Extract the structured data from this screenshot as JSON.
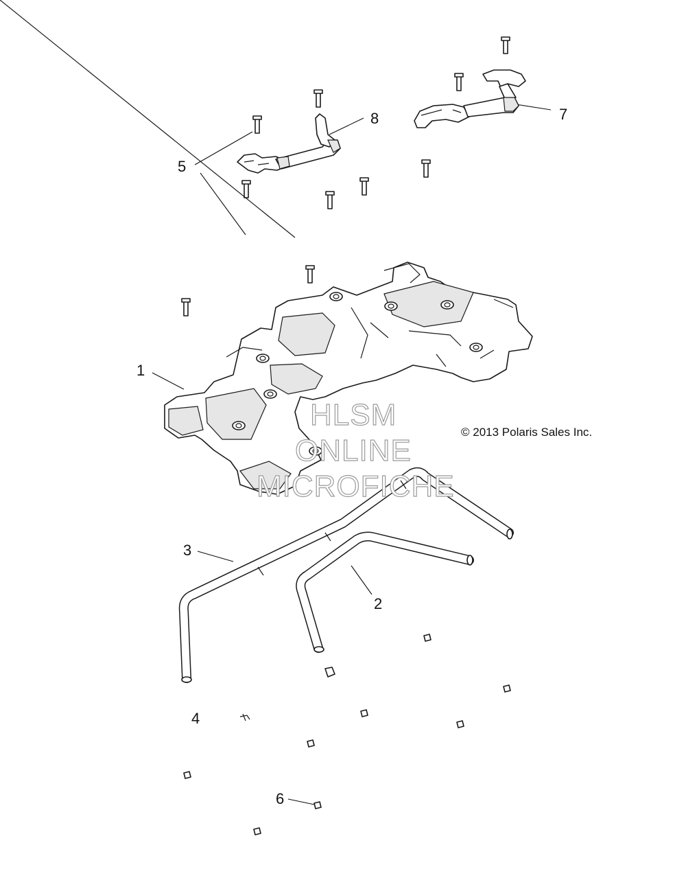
{
  "callouts": [
    {
      "id": "1",
      "label": "1"
    },
    {
      "id": "2",
      "label": "2"
    },
    {
      "id": "3",
      "label": "3"
    },
    {
      "id": "4",
      "label": "4"
    },
    {
      "id": "5",
      "label": "5"
    },
    {
      "id": "6",
      "label": "6"
    },
    {
      "id": "7",
      "label": "7"
    },
    {
      "id": "8",
      "label": "8"
    }
  ],
  "copyright": "© 2013 Polaris Sales Inc.",
  "watermark": {
    "line1": "HLSM",
    "line2": "ONLINE",
    "line3": "MICROFICHE"
  }
}
